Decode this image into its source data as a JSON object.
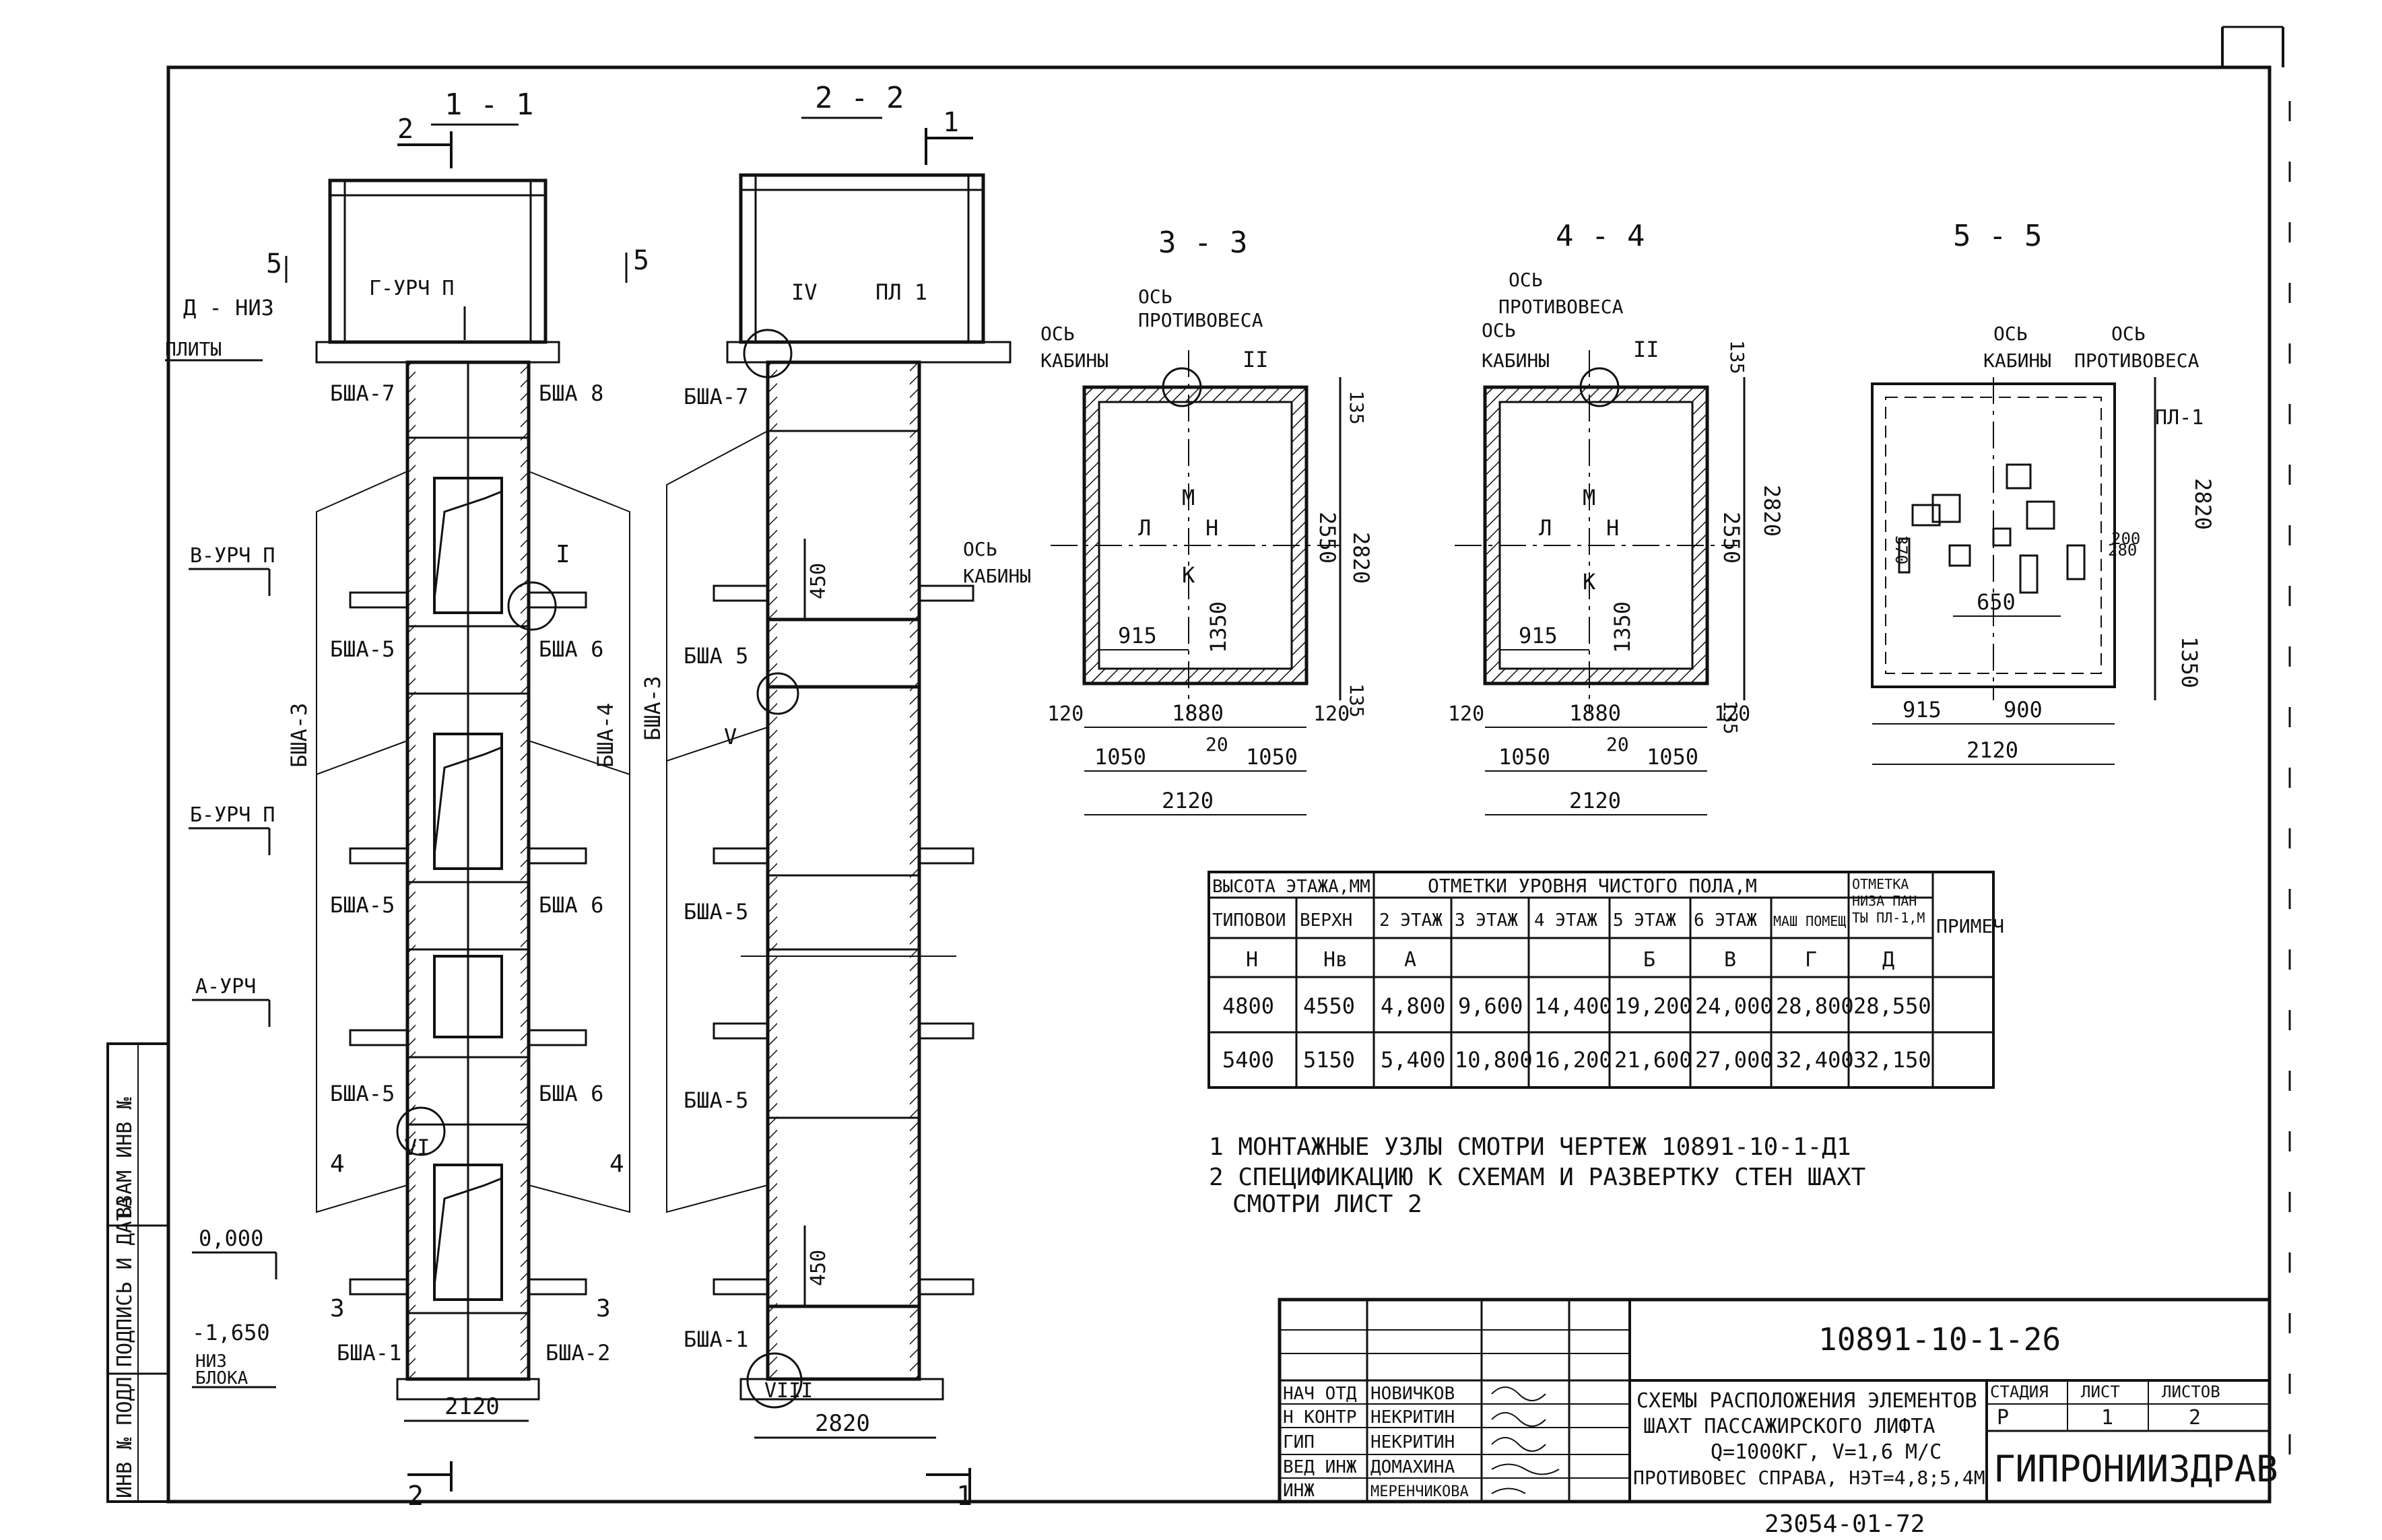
{
  "sections": {
    "s1": "1 - 1",
    "s2": "2 - 2",
    "s3": "3 - 3",
    "s4": "4 - 4",
    "s5": "5 - 5"
  },
  "marks": {
    "m1": "1",
    "m2": "2",
    "m3": "3",
    "m4": "4",
    "m5": "5",
    "r1": "I",
    "r2": "II",
    "r4": "IV",
    "r5": "V",
    "r6": "VI",
    "r8": "VIII"
  },
  "levels": {
    "d_niz": "Д - НИЗ",
    "plity": "ПЛИТЫ",
    "g_urch": "Г-УРЧ П",
    "v_urch": "В-УРЧ П",
    "b_urch": "Б-УРЧ П",
    "a_urch": "А-УРЧ",
    "zero": "0,000",
    "neg": "-1,650",
    "niz": "НИЗ",
    "bloka": "БЛОКА"
  },
  "elements": {
    "bsha1": "БША-1",
    "bsha2": "БША-2",
    "bsha3": "БША-3",
    "bsha4": "БША-4",
    "bsha5": "БША-5",
    "bsha5b": "БША 5",
    "bsha6": "БША 6",
    "bsha7": "БША-7",
    "bsha8": "БША 8",
    "pl1": "ПЛ 1",
    "pl1b": "ПЛ-1"
  },
  "dims": {
    "d2120": "2120",
    "d2820": "2820",
    "d450": "450",
    "d135": "135",
    "d2550": "2550",
    "d1350": "1350",
    "d915": "915",
    "d1880": "1880",
    "d120": "120",
    "d1050": "1050",
    "d20": "20",
    "d900": "900",
    "d650": "650",
    "d370": "370",
    "d280": "280",
    "d200": "200"
  },
  "labels": {
    "osb": "ОСЬ",
    "kabiny": "КАБИНЫ",
    "protivovesa": "ПРОТИВОВЕСА",
    "M": "M",
    "N": "Н",
    "L": "Л",
    "K": "К"
  },
  "table": {
    "h_vys": "ВЫСОТА ЭТАЖА,ММ",
    "h_otm": "ОТМЕТКИ УРОВНЯ ЧИСТОГО ПОЛА,М",
    "h_otm_niz": [
      "ОТМЕТКА",
      "НИЗА ПАН",
      "ТЫ ПЛ-1,М"
    ],
    "h_prim": "ПРИМЕЧ",
    "sub": [
      "ТИПОВОИ",
      "ВЕРХН",
      "2 ЭТАЖ",
      "3 ЭТАЖ",
      "4 ЭТАЖ",
      "5 ЭТАЖ",
      "6 ЭТАЖ",
      "МАШ ПОМЕЩ"
    ],
    "sym": [
      "Н",
      "Нв",
      "А",
      "",
      "",
      "Б",
      "В",
      "Г",
      "Д"
    ],
    "rows": [
      [
        "4800",
        "4550",
        "4,800",
        "9,600",
        "14,400",
        "19,200",
        "24,000",
        "28,800",
        "28,550"
      ],
      [
        "5400",
        "5150",
        "5,400",
        "10,800",
        "16,200",
        "21,600",
        "27,000",
        "32,400",
        "32,150"
      ]
    ]
  },
  "notes": [
    "1  МОНТАЖНЫЕ УЗЛЫ СМОТРИ ЧЕРТЕЖ  10891-10-1-Д1",
    "2  СПЕЦИФИКАЦИЮ К СХЕМАМ И РАЗВЕРТКУ СТЕН ШАХТ",
    "СМОТРИ ЛИСТ 2"
  ],
  "left_stamp": [
    "ИНВ № ПОДЛ",
    "ПОДПИСЬ И ДАТА",
    "ВЗАМ ИНВ №"
  ],
  "title_block": {
    "code": "10891-10-1-26",
    "roles": [
      "НАЧ ОТД",
      "Н КОНТР",
      "ГИП",
      "ВЕД ИНЖ",
      "ИНЖ"
    ],
    "names": [
      "НОВИЧКОВ",
      "НЕКРИТИН",
      "НЕКРИТИН",
      "ДОМАХИНА",
      "МЕРЕНЧИКОВА"
    ],
    "title_lines": [
      "СХЕМЫ РАСПОЛОЖЕНИЯ ЭЛЕМЕНТОВ",
      "ШАХТ ПАССАЖИРСКОГО ЛИФТА",
      "Q=1000КГ, V=1,6 М/С",
      "ПРОТИВОВЕС СПРАВА, НЭТ=4,8;5,4М"
    ],
    "stage_h": "СТАДИЯ",
    "sheet_h": "ЛИСТ",
    "sheets_h": "ЛИСТОВ",
    "stage": "Р",
    "sheet": "1",
    "sheets": "2",
    "org": "ГИПРОНИИЗДРАВ",
    "bottom": "23054-01-72"
  }
}
